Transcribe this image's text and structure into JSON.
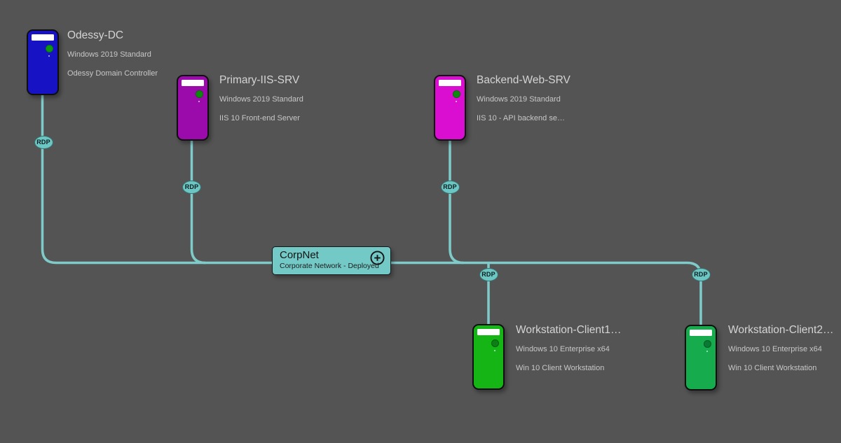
{
  "palette": {
    "canvas_background": "#545454",
    "wire_color": "#7fcbc9",
    "badge_fill": "#6cc6c4",
    "network_fill": "#73c9c6"
  },
  "nodes": [
    {
      "name": "Odessy-DC",
      "os": "Windows 2019 Standard",
      "description": "Odessy Domain Controller",
      "color": "#1712c4",
      "status_color": "#0e9a10"
    },
    {
      "name": "Primary-IIS-SRV",
      "os": "Windows 2019 Standard",
      "description": "IIS 10 Front-end Server",
      "color": "#9b0bab",
      "status_color": "#0d8a0d"
    },
    {
      "name": "Backend-Web-SRV",
      "os": "Windows 2019 Standard",
      "description": "IIS 10 - API backend se…",
      "color": "#d90ed0",
      "status_color": "#0d8a0d"
    },
    {
      "name": "Workstation-Client1…",
      "os": "Windows 10 Enterprise x64",
      "description": "Win 10 Client Workstation",
      "color": "#14b514",
      "status_color": "#0c7e16"
    },
    {
      "name": "Workstation-Client2…",
      "os": "Windows 10 Enterprise x64",
      "description": "Win 10 Client Workstation",
      "color": "#16ab4c",
      "status_color": "#097a33"
    }
  ],
  "network": {
    "name": "CorpNet",
    "status": "Corporate Network - Deployed"
  },
  "connections": [
    {
      "from": "Odessy-DC",
      "to": "CorpNet",
      "protocol": "RDP"
    },
    {
      "from": "Primary-IIS-SRV",
      "to": "CorpNet",
      "protocol": "RDP"
    },
    {
      "from": "Backend-Web-SRV",
      "to": "CorpNet",
      "protocol": "RDP"
    },
    {
      "from": "Workstation-Client1…",
      "to": "CorpNet",
      "protocol": "RDP"
    },
    {
      "from": "Workstation-Client2…",
      "to": "CorpNet",
      "protocol": "RDP"
    }
  ]
}
